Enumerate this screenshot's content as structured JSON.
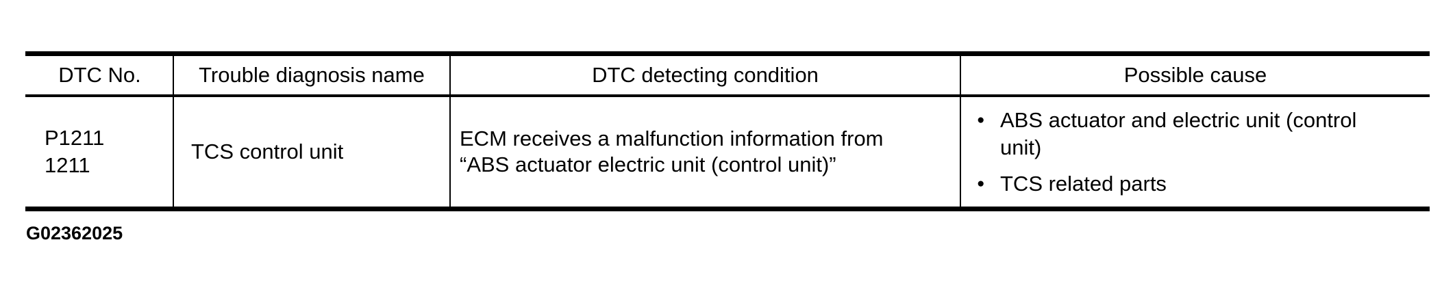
{
  "colors": {
    "background": "#ffffff",
    "text": "#000000",
    "border": "#000000"
  },
  "icons": {
    "bullet": "●"
  },
  "table": {
    "headers": [
      "DTC No.",
      "Trouble diagnosis name",
      "DTC detecting condition",
      "Possible cause"
    ],
    "row": {
      "dtc_no_lines": [
        "P1211",
        "1211"
      ],
      "trouble_diagnosis_name": "TCS control unit",
      "dtc_detecting_condition": "ECM receives a malfunction information from “ABS actuator electric unit (control unit)”",
      "possible_causes": [
        "ABS actuator and electric unit (control unit)",
        "TCS related parts"
      ]
    }
  },
  "figure_id": "G02362025"
}
